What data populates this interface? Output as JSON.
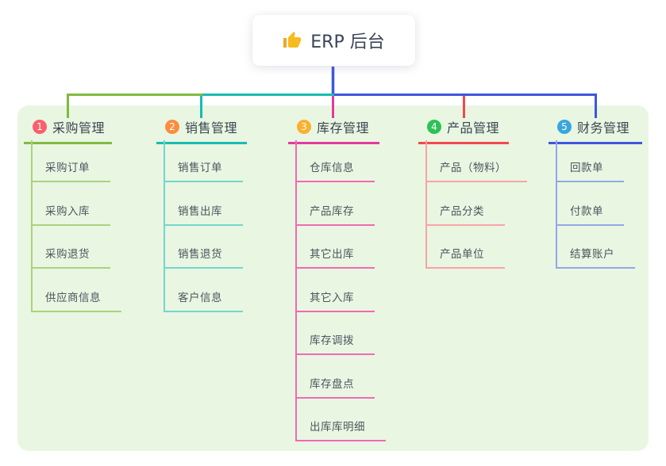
{
  "root": {
    "title": "ERP 后台",
    "icon": "thumbs-up-icon"
  },
  "branches": [
    {
      "index": "1",
      "title": "采购管理",
      "badge_color": "#f9606d",
      "line_color": "#80ba40",
      "child_line_color": "#a9d37e",
      "children": [
        "采购订单",
        "采购入库",
        "采购退货",
        "供应商信息"
      ]
    },
    {
      "index": "2",
      "title": "销售管理",
      "badge_color": "#fb8d3f",
      "line_color": "#18bcb2",
      "child_line_color": "#74d6cc",
      "children": [
        "销售订单",
        "销售出库",
        "销售退货",
        "客户信息"
      ]
    },
    {
      "index": "3",
      "title": "库存管理",
      "badge_color": "#fcb02e",
      "line_color": "#e43a9e",
      "child_line_color": "#f06ab5",
      "children": [
        "仓库信息",
        "产品库存",
        "其它出库",
        "其它入库",
        "库存调拨",
        "库存盘点",
        "出库库明细"
      ]
    },
    {
      "index": "4",
      "title": "产品管理",
      "badge_color": "#2ec157",
      "line_color": "#f4484f",
      "child_line_color": "#f9a3a7",
      "children": [
        "产品（物料）",
        "产品分类",
        "产品单位"
      ]
    },
    {
      "index": "5",
      "title": "财务管理",
      "badge_color": "#38a7de",
      "line_color": "#3e56de",
      "child_line_color": "#92a8e6",
      "children": [
        "回款单",
        "付款单",
        "结算账户"
      ]
    }
  ],
  "colors": {
    "canvas_bg": "#ffffff",
    "container_bg": "#e9f6e2",
    "root_connector": "#3e56de",
    "thumb_icon": "#f6bb1c",
    "thumb_icon_cuff": "#f0a52a",
    "title_text": "#3c4650",
    "child_text": "#4c565f"
  }
}
